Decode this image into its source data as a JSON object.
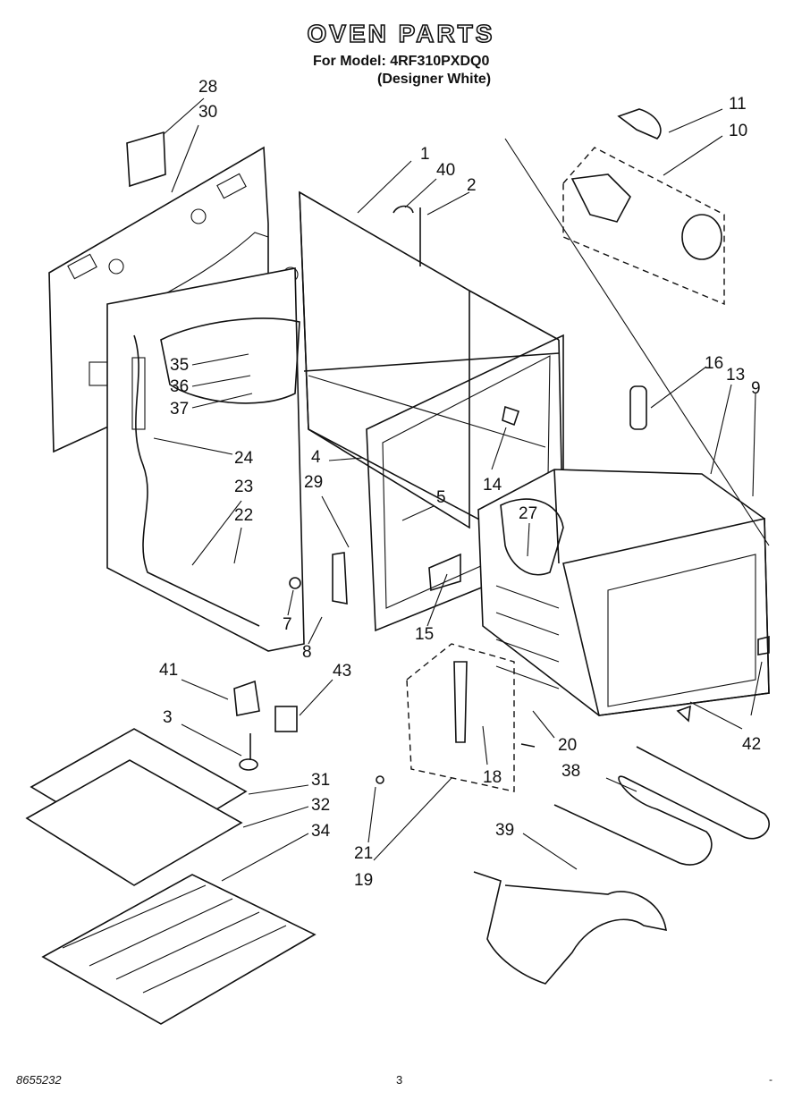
{
  "header": {
    "title": "OVEN PARTS",
    "model_line": "For Model: 4RF310PXDQ0",
    "variant_line": "(Designer White)"
  },
  "footer": {
    "doc_id": "8655232",
    "page_number": "3",
    "corner_mark": "-"
  },
  "callouts": [
    "1",
    "2",
    "3",
    "4",
    "5",
    "7",
    "8",
    "9",
    "10",
    "11",
    "13",
    "14",
    "15",
    "16",
    "18",
    "19",
    "20",
    "21",
    "22",
    "23",
    "24",
    "27",
    "28",
    "29",
    "30",
    "31",
    "32",
    "34",
    "35",
    "36",
    "37",
    "38",
    "39",
    "40",
    "41",
    "42",
    "43"
  ]
}
